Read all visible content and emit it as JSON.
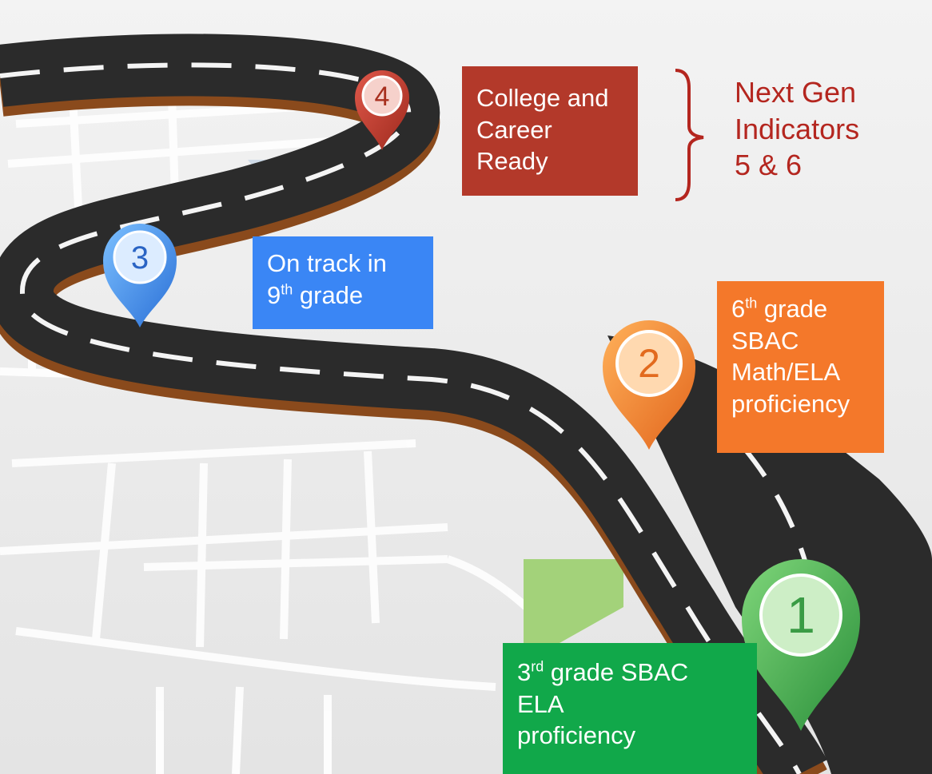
{
  "colors": {
    "background": "#ececec",
    "road": "#2b2b2b",
    "road_edge": "#8a4a1c",
    "milestone_4": "#b3392a",
    "milestone_3": "#3a86f5",
    "milestone_2": "#f4782a",
    "milestone_1": "#11a84a",
    "next_gen_text": "#b4261f"
  },
  "milestones": [
    {
      "number": "1",
      "line1": "3",
      "sup1": "rd",
      "line1_rest": " grade SBAC",
      "line2": "ELA",
      "line3": "proficiency",
      "icon": "green-map-pin-icon"
    },
    {
      "number": "2",
      "line1": "6",
      "sup1": "th",
      "line1_rest": " grade",
      "line2": "SBAC",
      "line3": "Math/ELA",
      "line4": "proficiency",
      "icon": "orange-map-pin-icon"
    },
    {
      "number": "3",
      "line1": "On track in",
      "line2": "9",
      "sup2": "th",
      "line2_rest": " grade",
      "icon": "blue-map-pin-icon"
    },
    {
      "number": "4",
      "line1": "College and",
      "line2": "Career",
      "line3": "Ready",
      "icon": "red-map-pin-icon"
    }
  ],
  "next_gen": {
    "line1": "Next Gen",
    "line2": "Indicators",
    "line3": "5 & 6"
  }
}
